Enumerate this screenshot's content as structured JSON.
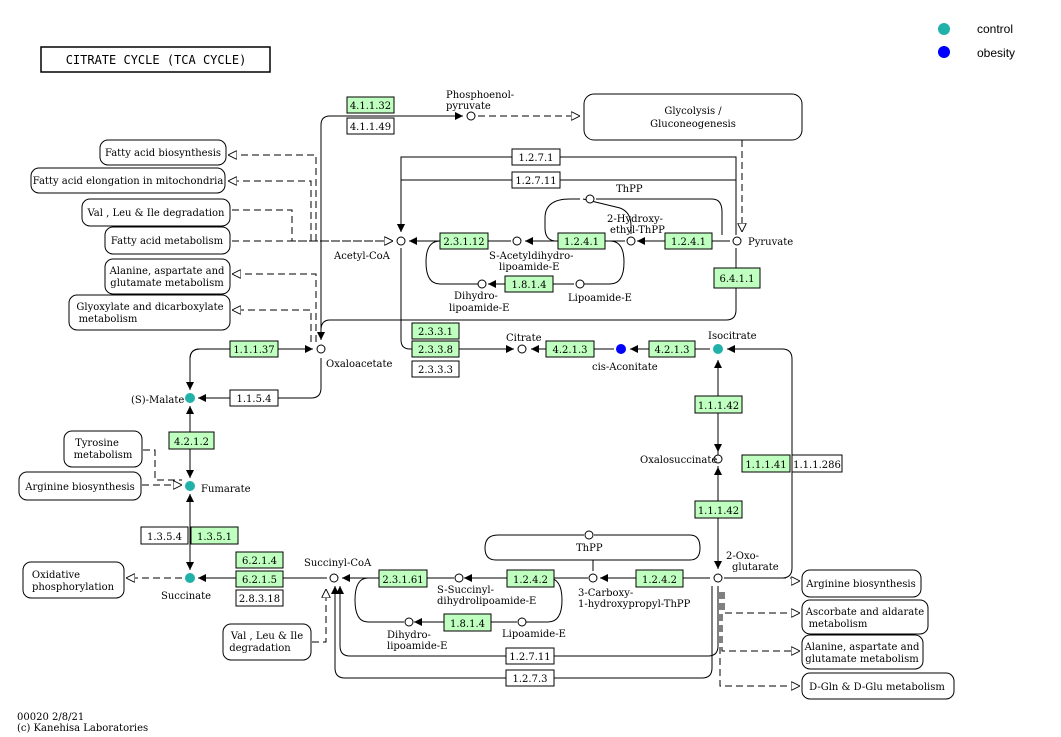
{
  "title": "CITRATE CYCLE (TCA CYCLE)",
  "map_id": "00020 2/8/21",
  "copyright": "(c) Kanehisa Laboratories",
  "legend": [
    {
      "label": "control",
      "color": "#20b2aa"
    },
    {
      "label": "obesity",
      "color": "#0000ff"
    }
  ],
  "colors": {
    "enzyme_highlight": "#bfffbf",
    "enzyme_plain": "#ffffff",
    "control": "#20b2aa",
    "obesity": "#0000ff"
  },
  "enzymes": {
    "e4_1_1_32": "4.1.1.32",
    "e4_1_1_49": "4.1.1.49",
    "e1_2_7_1": "1.2.7.1",
    "e1_2_7_11_top": "1.2.7.11",
    "e2_3_1_12": "2.3.1.12",
    "e1_2_4_1_a": "1.2.4.1",
    "e1_2_4_1_b": "1.2.4.1",
    "e1_8_1_4_a": "1.8.1.4",
    "e6_4_1_1": "6.4.1.1",
    "e2_3_3_1": "2.3.3.1",
    "e2_3_3_8": "2.3.3.8",
    "e2_3_3_3": "2.3.3.3",
    "e4_2_1_3_a": "4.2.1.3",
    "e4_2_1_3_b": "4.2.1.3",
    "e1_1_1_37": "1.1.1.37",
    "e1_1_5_4": "1.1.5.4",
    "e1_1_1_42_a": "1.1.1.42",
    "e1_1_1_41": "1.1.1.41",
    "e1_1_1_286": "1.1.1.286",
    "e1_1_1_42_b": "1.1.1.42",
    "e4_2_1_2": "4.2.1.2",
    "e1_3_5_4": "1.3.5.4",
    "e1_3_5_1": "1.3.5.1",
    "e6_2_1_4": "6.2.1.4",
    "e6_2_1_5": "6.2.1.5",
    "e2_8_3_18": "2.8.3.18",
    "e2_3_1_61": "2.3.1.61",
    "e1_2_4_2_a": "1.2.4.2",
    "e1_2_4_2_b": "1.2.4.2",
    "e1_8_1_4_b": "1.8.1.4",
    "e1_2_7_11_bot": "1.2.7.11",
    "e1_2_7_3": "1.2.7.3"
  },
  "compounds": {
    "pep_1": "Phosphoenol-",
    "pep_2": "pyruvate",
    "thpp_top": "ThPP",
    "hydroxyethyl_1": "2-Hydroxy-",
    "hydroxyethyl_2": "ethyl-ThPP",
    "acetylcoa": "Acetyl-CoA",
    "pyruvate": "Pyruvate",
    "sacetyl_1": "S-Acetyldihydro-",
    "sacetyl_2": "lipoamide-E",
    "dihydro_top_1": "Dihydro-",
    "dihydro_top_2": "lipoamide-E",
    "lipoamide_top": "Lipoamide-E",
    "citrate": "Citrate",
    "cisaconitate": "cis-Aconitate",
    "isocitrate": "Isocitrate",
    "oxaloacetate": "Oxaloacetate",
    "smalate": "(S)-Malate",
    "oxalosuccinate": "Oxalosuccinate",
    "fumarate": "Fumarate",
    "oxoglut_1": "2-Oxo-",
    "oxoglut_2": "glutarate",
    "thpp_bot": "ThPP",
    "succinylcoa": "Succinyl-CoA",
    "succinate": "Succinate",
    "ssucc_1": "S-Succinyl-",
    "ssucc_2": "dihydrolipoamide-E",
    "carboxy_1": "3-Carboxy-",
    "carboxy_2": "1-hydroxypropyl-ThPP",
    "dihydro_bot_1": "Dihydro-",
    "dihydro_bot_2": "lipoamide-E",
    "lipoamide_bot": "Lipoamide-E"
  },
  "maps": {
    "glycolysis_1": "Glycolysis /",
    "glycolysis_2": "Gluconeogenesis",
    "fa_bio": "Fatty acid biosynthesis",
    "fa_elong": "Fatty acid elongation in mitochondria",
    "vli_top": "Val , Leu & Ile degradation",
    "fa_met": "Fatty acid metabolism",
    "ala_top_1": "Alanine, aspartate and",
    "ala_top_2": "glutamate metabolism",
    "glyox_1": "Glyoxylate and dicarboxylate",
    "glyox_2": "metabolism",
    "tyr_1": "Tyrosine",
    "tyr_2": "metabolism",
    "arg_left": "Arginine biosynthesis",
    "oxphos_1": "Oxidative",
    "oxphos_2": "phosphorylation",
    "vli_bot_1": "Val , Leu & Ile",
    "vli_bot_2": "degradation",
    "arg_right": "Arginine biosynthesis",
    "asc_1": "Ascorbate and aldarate",
    "asc_2": "metabolism",
    "ala_bot_1": "Alanine, aspartate and",
    "ala_bot_2": "glutamate metabolism",
    "dgln": "D-Gln & D-Glu metabolism"
  }
}
